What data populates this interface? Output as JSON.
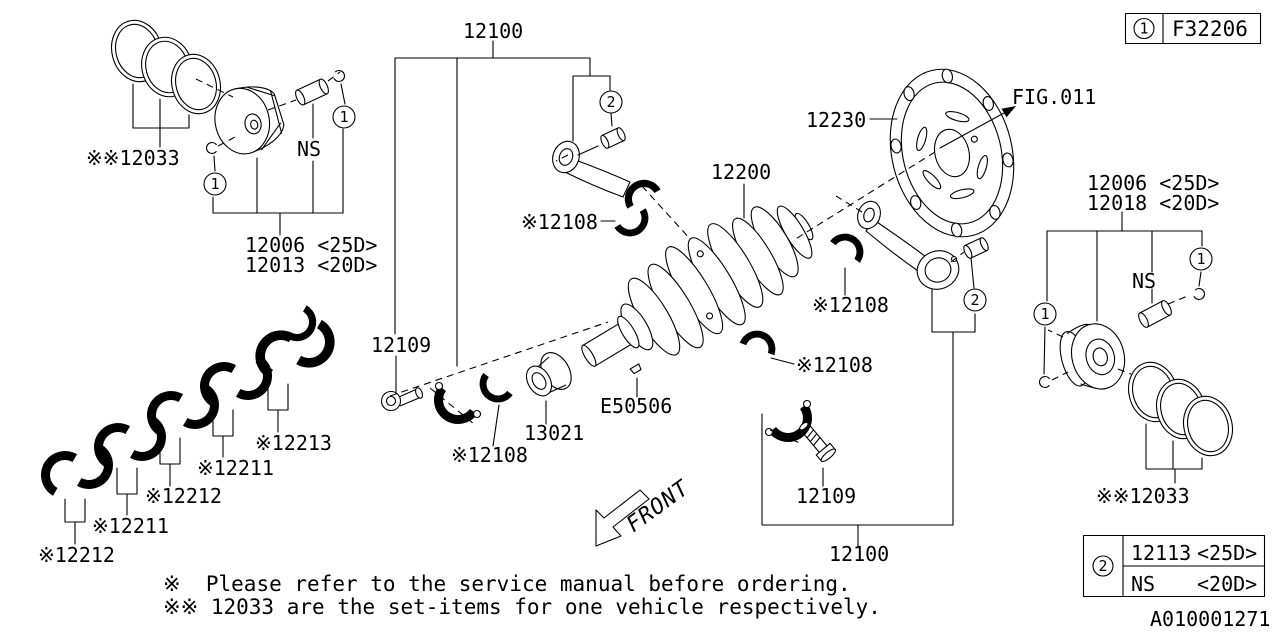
{
  "title_block": {
    "callout": "1",
    "code": "F32206"
  },
  "spec_table": {
    "callout": "2",
    "row1_part": "12113",
    "row1_grade": "<25D>",
    "row2_part": "NS",
    "row2_grade": "<20D>"
  },
  "doc_id": "A010001271",
  "figure_ref": "FIG.011",
  "front_marker": "FRONT",
  "callouts": {
    "one": "1",
    "two": "2"
  },
  "parts": {
    "piston_rings": "※※12033",
    "piston_left_25d": "12006 <25D>",
    "piston_left_20d": "12013 <20D>",
    "piston_right_25d": "12006 <25D>",
    "piston_right_20d": "12018 <20D>",
    "ns": "NS",
    "rod_piston_assy": "12100",
    "crankshaft": "12200",
    "drive_plate": "12230",
    "rod_bearing": "※12108",
    "bolt": "12109",
    "sprocket": "13021",
    "key": "E50506",
    "main_bearing_a": "※12211",
    "main_bearing_b": "※12212",
    "main_bearing_center": "※12213"
  },
  "notes": {
    "line1": "※  Please refer to the service manual before ordering.",
    "line2": "※※ 12033 are the set-items for one vehicle respectively."
  }
}
